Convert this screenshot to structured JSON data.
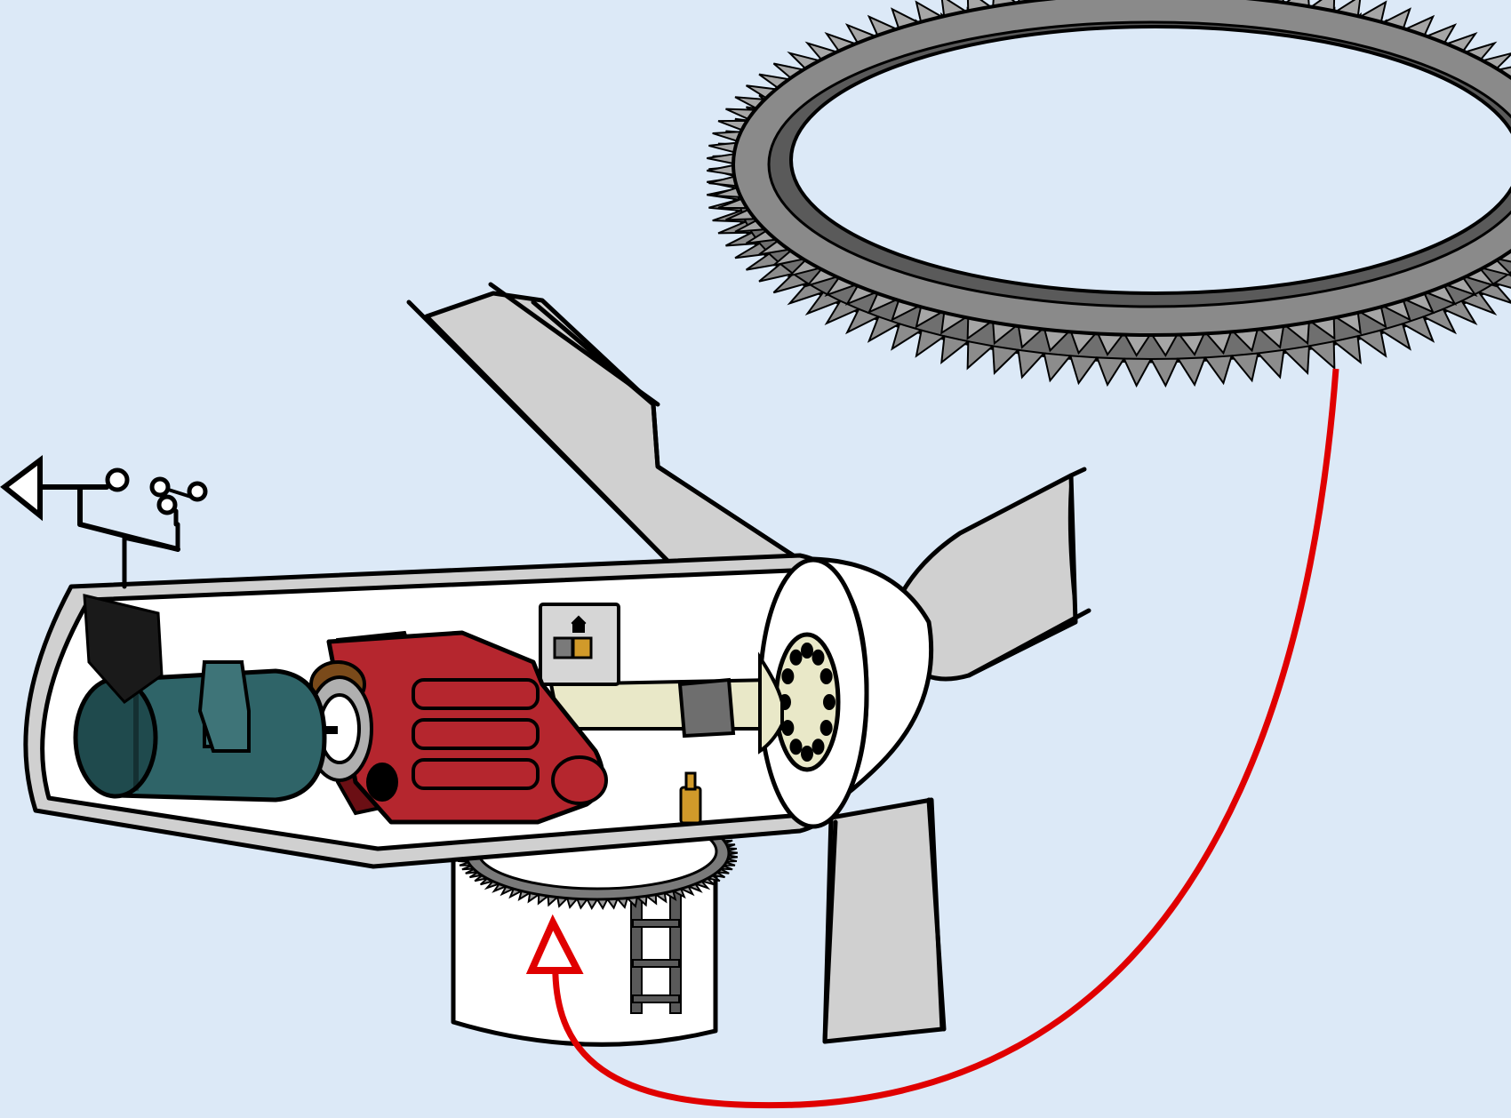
{
  "diagram": {
    "subject": "wind-turbine-yaw-system",
    "components": [
      "wind-vane",
      "anemometer",
      "nacelle",
      "generator",
      "brake",
      "gearbox",
      "control-box",
      "main-shaft",
      "rotor-hub",
      "rotor-blades",
      "yaw-gear-ring",
      "yaw-drive",
      "ladder",
      "tower"
    ],
    "callout": "yaw-ring-enlarged"
  },
  "colors": {
    "background": "#dce9f7",
    "outline": "#000000",
    "blade": "#d0d0d0",
    "nacelle_shell": "#ffffff",
    "generator": "#2f6468",
    "gearbox": "#b5262e",
    "gearbox_dark": "#6b0f14",
    "coupling": "#7a4a1a",
    "shaft": "#e9e8c8",
    "hub_flange": "#e9e8c8",
    "gear_ring": "#8a8a8a",
    "gear_ring_inner": "#5a5a5a",
    "arrow": "#e00000",
    "yaw_drive": "#d19a2a",
    "control_box": "#d6d6d6"
  }
}
